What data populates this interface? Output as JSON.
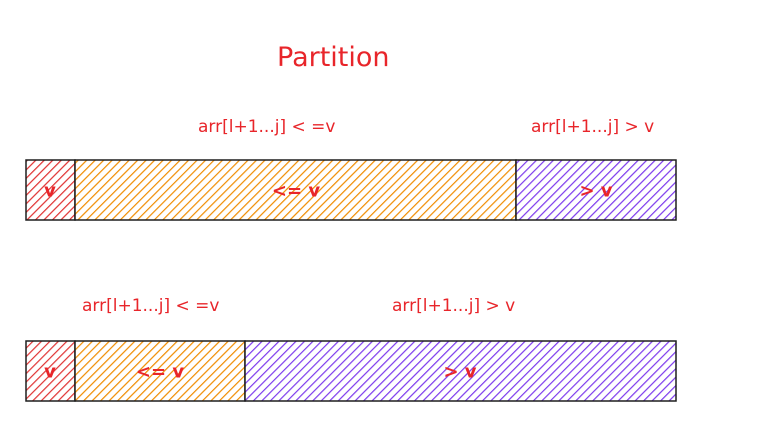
{
  "diagram": {
    "title": "Partition",
    "colors": {
      "text": "#e8252a",
      "pivot_fill": "#e03131",
      "le_fill": "#f08c00",
      "gt_fill": "#7c3aed",
      "border": "#1e1e1e"
    },
    "rows": [
      {
        "labels": {
          "le": "arr[l+1...j] < =v",
          "gt": "arr[l+1...j] > v"
        },
        "segments": {
          "pivot": "v",
          "le": "<= v",
          "gt": "> v"
        }
      },
      {
        "labels": {
          "le": "arr[l+1...j] < =v",
          "gt": "arr[l+1...j] > v"
        },
        "segments": {
          "pivot": "v",
          "le": "<= v",
          "gt": "> v"
        }
      }
    ]
  }
}
